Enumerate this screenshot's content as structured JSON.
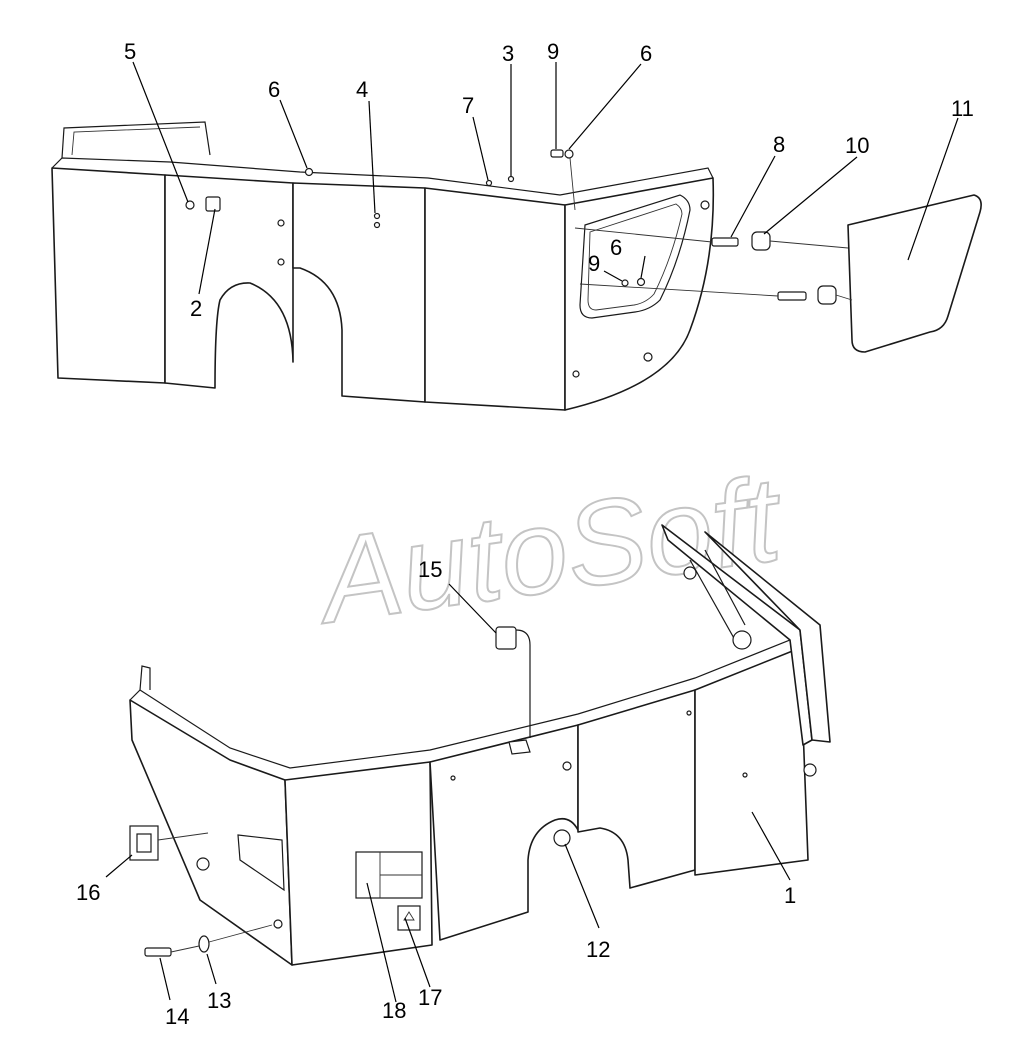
{
  "watermark": "AutoSoft",
  "callouts": {
    "c1": "1",
    "c2": "2",
    "c3": "3",
    "c4": "4",
    "c5": "5",
    "c6a": "6",
    "c6b": "6",
    "c6c": "6",
    "c7": "7",
    "c8": "8",
    "c9a": "9",
    "c9b": "9",
    "c10": "10",
    "c11": "11",
    "c12": "12",
    "c13": "13",
    "c14": "14",
    "c15": "15",
    "c16": "16",
    "c17": "17",
    "c18": "18"
  }
}
